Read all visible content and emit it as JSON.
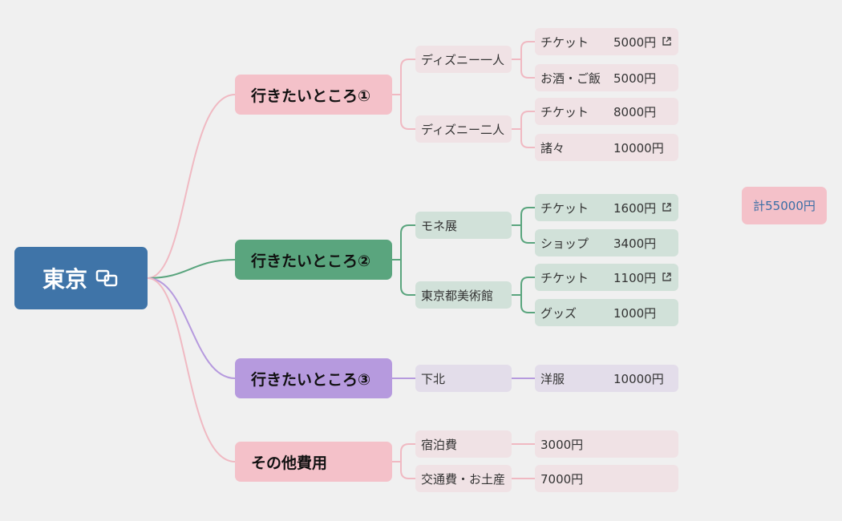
{
  "root": {
    "label": "東京",
    "icon": "linked-squares-icon"
  },
  "branches": [
    {
      "label": "行きたいところ①",
      "color": "#f4c1c9",
      "children": [
        {
          "label": "ディズニー一人",
          "items": [
            {
              "label": "チケット",
              "amount": "5000円",
              "link": true
            },
            {
              "label": "お酒・ご飯",
              "amount": "5000円",
              "link": false
            }
          ]
        },
        {
          "label": "ディズニー二人",
          "items": [
            {
              "label": "チケット",
              "amount": "8000円",
              "link": false
            },
            {
              "label": "諸々",
              "amount": "10000円",
              "link": false
            }
          ]
        }
      ]
    },
    {
      "label": "行きたいところ②",
      "color": "#5aa57e",
      "children": [
        {
          "label": "モネ展",
          "items": [
            {
              "label": "チケット",
              "amount": "1600円",
              "link": true
            },
            {
              "label": "ショップ",
              "amount": "3400円",
              "link": false
            }
          ]
        },
        {
          "label": "東京都美術館",
          "items": [
            {
              "label": "チケット",
              "amount": "1100円",
              "link": true
            },
            {
              "label": "グッズ",
              "amount": "1000円",
              "link": false
            }
          ]
        }
      ]
    },
    {
      "label": "行きたいところ③",
      "color": "#b69ade",
      "children": [
        {
          "label": "下北",
          "items": [
            {
              "label": "洋服",
              "amount": "10000円",
              "link": false
            }
          ]
        }
      ]
    },
    {
      "label": "その他費用",
      "color": "#f4c1c9",
      "children": [
        {
          "label": "宿泊費",
          "items": [
            {
              "label": "",
              "amount": "3000円",
              "link": false
            }
          ]
        },
        {
          "label": "交通費・お土産",
          "items": [
            {
              "label": "",
              "amount": "7000円",
              "link": false
            }
          ]
        }
      ]
    }
  ],
  "total": "計55000円",
  "colors": {
    "background": "#f0f0f0",
    "root": "#3f74a8",
    "pink": "#f4c1c9",
    "green": "#5aa57e",
    "purple": "#b69ade",
    "total_text": "#3a6ea5"
  }
}
